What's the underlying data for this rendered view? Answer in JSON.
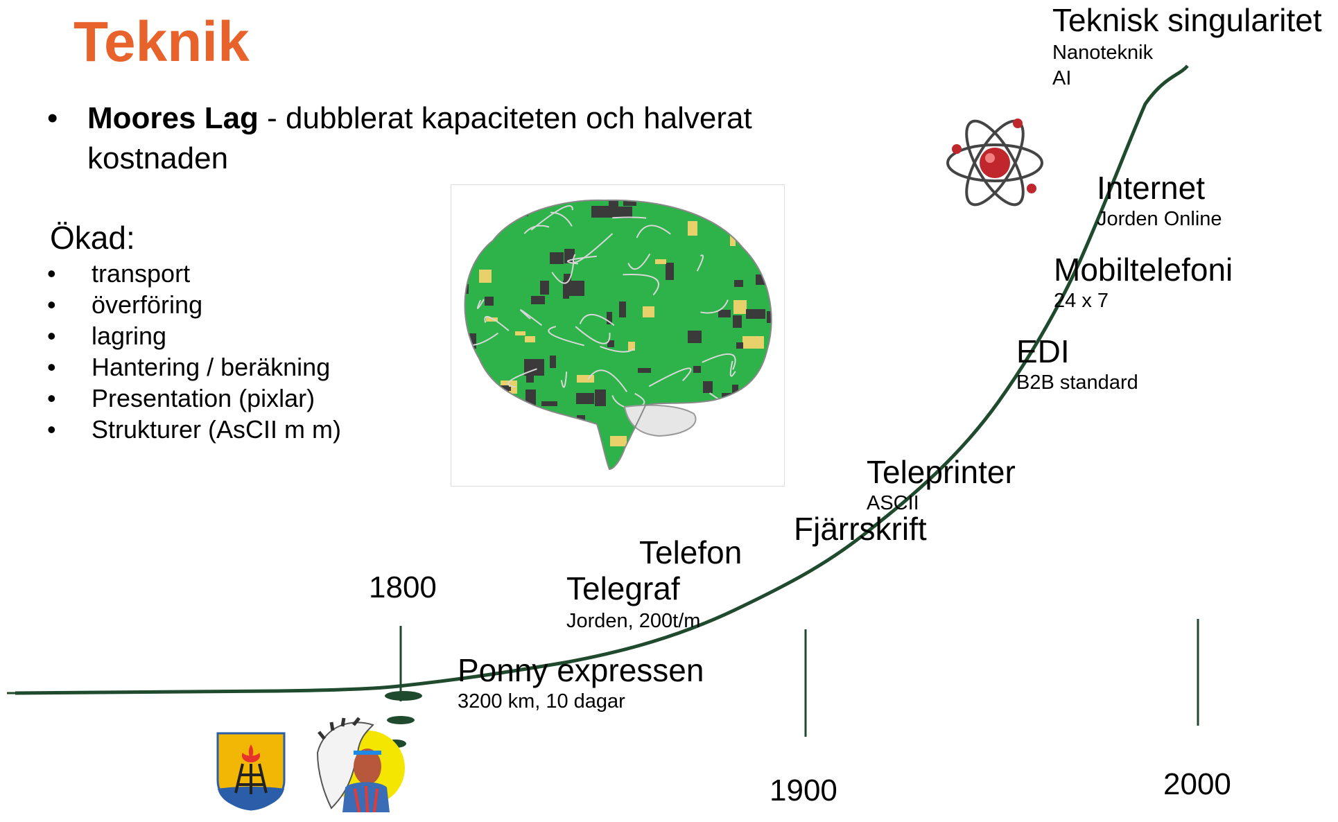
{
  "slide": {
    "title": "Teknik",
    "moores": {
      "bullet": "•",
      "bold": "Moores Lag",
      "rest": " - dubblerat kapaciteten  och halverat",
      "line2": "kostnaden"
    },
    "okad_heading": "Ökad:",
    "okad_items": [
      "transport",
      "överföring",
      "lagring",
      "Hantering / beräkning",
      "Presentation (pixlar)",
      "Strukturer (AsCII m m)"
    ],
    "bullet_char": "•"
  },
  "timeline": {
    "years": [
      "1800",
      "1900",
      "2000"
    ],
    "milestones": [
      {
        "title": "Teknisk singularitet",
        "subs": [
          "Nanoteknik",
          "AI"
        ]
      },
      {
        "title": "Internet",
        "subs": [
          "Jorden Online"
        ]
      },
      {
        "title": "Mobiltelefoni",
        "subs": [
          "24 x 7"
        ]
      },
      {
        "title": "EDI",
        "subs": [
          "B2B standard"
        ]
      },
      {
        "title": "Teleprinter",
        "subs": [
          "ASCII"
        ]
      },
      {
        "title": "Fjärrskrift",
        "subs": []
      },
      {
        "title": "Telefon",
        "subs": []
      },
      {
        "title": "Telegraf",
        "subs": [
          "Jorden, 200t/m"
        ]
      },
      {
        "title": "Ponny expressen",
        "subs": [
          "3200 km, 10 dagar"
        ]
      }
    ],
    "curve_color": "#1F4A2E"
  },
  "colors": {
    "title": "#E8622C",
    "brain_green": "#2DB34A",
    "atom_red": "#C0272D"
  },
  "images": {
    "brain": "circuit-brain-image",
    "atom": "atom-icon",
    "coat_of_arms": "coat-of-arms-image",
    "native_chief": "native-chief-image"
  }
}
